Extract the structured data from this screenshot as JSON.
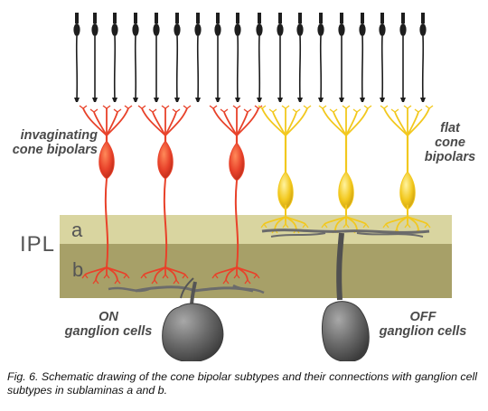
{
  "labels": {
    "invaginating_line1": "invaginating",
    "invaginating_line2": "cone bipolars",
    "flat_line1": "flat",
    "flat_line2": "cone",
    "flat_line3": "bipolars",
    "ipl": "IPL",
    "sublamina_a": "a",
    "sublamina_b": "b",
    "on_line1": "ON",
    "on_line2": "ganglion cells",
    "off_line1": "OFF",
    "off_line2": "ganglion cells"
  },
  "caption": "Fig. 6. Schematic drawing of the cone bipolar subtypes and their connections with ganglion cell subtypes in sublaminas a and b.",
  "colors": {
    "invaginating_bipolar": "#e8422a",
    "flat_bipolar": "#f2c81e",
    "sublamina_a_band": "#d9d5a0",
    "sublamina_b_band": "#a7a068",
    "ganglion_cell": "#6a6a6a",
    "cone": "#1e1e1e"
  }
}
